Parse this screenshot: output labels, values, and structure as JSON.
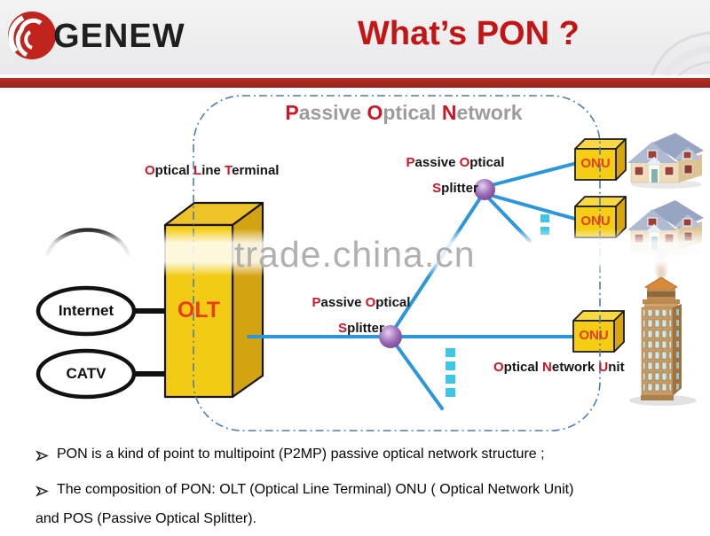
{
  "header": {
    "logo_text": "GENEW",
    "title": "What’s PON ?"
  },
  "watermark": {
    "text": "trade.china.cn"
  },
  "diagram": {
    "pon_title": {
      "parts": [
        [
          "P",
          "hl"
        ],
        [
          "assive ",
          ""
        ],
        [
          "O",
          "hl"
        ],
        [
          "ptical ",
          ""
        ],
        [
          "N",
          "hl"
        ],
        [
          "etwork",
          ""
        ]
      ]
    },
    "olt_terminal_label": {
      "parts": [
        [
          "O",
          "hl"
        ],
        [
          "ptical ",
          ""
        ],
        [
          "L",
          "hl"
        ],
        [
          "ine ",
          ""
        ],
        [
          "T",
          "hl"
        ],
        [
          "erminal",
          ""
        ]
      ]
    },
    "pos_splitter_top": {
      "line1_parts": [
        [
          "P",
          "hl"
        ],
        [
          "assive ",
          ""
        ],
        [
          "O",
          "hl"
        ],
        [
          "ptical",
          ""
        ]
      ],
      "line2_parts": [
        [
          "S",
          "hl"
        ],
        [
          "plitter",
          ""
        ]
      ]
    },
    "pos_splitter_mid": {
      "line1_parts": [
        [
          "P",
          "hl"
        ],
        [
          "assive ",
          ""
        ],
        [
          "O",
          "hl"
        ],
        [
          "ptical",
          ""
        ]
      ],
      "line2_parts": [
        [
          "S",
          "hl"
        ],
        [
          "plitter",
          ""
        ]
      ]
    },
    "onu_unit_label": {
      "parts": [
        [
          "O",
          "hl"
        ],
        [
          "ptical ",
          ""
        ],
        [
          "N",
          "hl"
        ],
        [
          "etwork ",
          ""
        ],
        [
          "U",
          "hl"
        ],
        [
          "nit",
          ""
        ]
      ]
    },
    "olt_box_label": "OLT",
    "onu_boxes": [
      {
        "label": "ONU"
      },
      {
        "label": "ONU"
      },
      {
        "label": "ONU"
      }
    ],
    "sources": [
      {
        "label": "Internet"
      },
      {
        "label": "CATV"
      }
    ]
  },
  "bullets": [
    {
      "text": "PON is a kind of point to multipoint (P2MP) passive optical network structure ;"
    },
    {
      "text": "The composition of PON: OLT  (Optical Line Terminal) ONU  ( Optical Network Unit)"
    },
    {
      "text": "and POS  (Passive Optical Splitter)."
    }
  ],
  "colors": {
    "bar_red": "#a2271f",
    "title_red": "#c41515",
    "label_red": "#cf1626",
    "box_yellow": "#f5cd14",
    "fiber_blue": "#2b96d9",
    "splitter_purple": "#9a68b5",
    "boundary_blue": "#4d7dae",
    "pon_title_gray": "#9c9c9c"
  }
}
